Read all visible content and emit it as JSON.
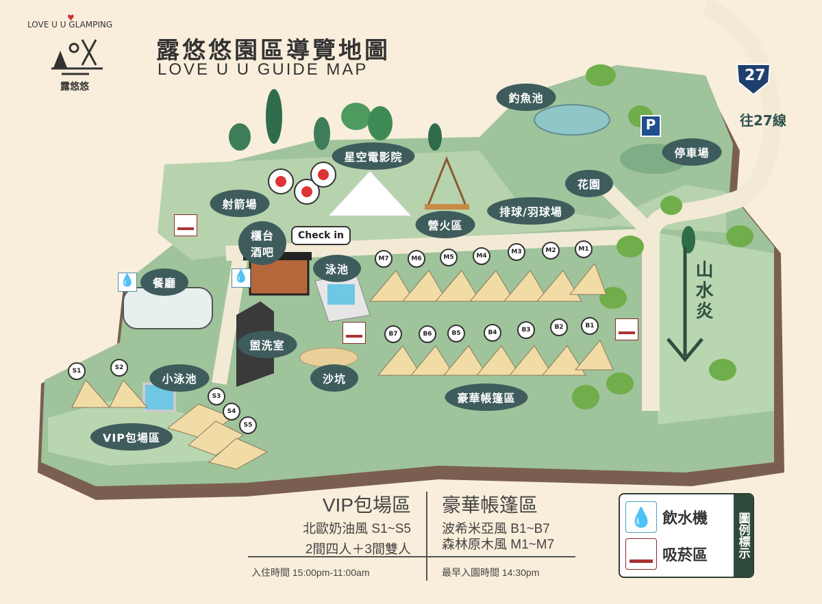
{
  "logo": {
    "text_arc": "LOVE U U GLAMPING",
    "name": "露悠悠"
  },
  "header": {
    "title": "露悠悠園區導覽地圖",
    "subtitle": "LOVE U U   GUIDE  MAP"
  },
  "road": {
    "route_number": "27",
    "route_label": "往27線"
  },
  "trail_label": "山水炎",
  "areas": {
    "fishing_pond": "釣魚池",
    "parking": "停車場",
    "parking_sign": "P",
    "garden": "花園",
    "cinema": "星空電影院",
    "archery": "射箭場",
    "campfire": "營火區",
    "volleyball": "排球/羽球場",
    "bar": "櫃台酒吧",
    "checkin": "Check in",
    "pool": "泳池",
    "restaurant": "餐廳",
    "washroom": "盥洗室",
    "sandpit": "沙坑",
    "small_pool": "小泳池",
    "vip_area": "VIP包場區",
    "luxury_area": "豪華帳篷區"
  },
  "tents": {
    "m": [
      "M7",
      "M6",
      "M5",
      "M4",
      "M3",
      "M2",
      "M1"
    ],
    "b": [
      "B7",
      "B6",
      "B5",
      "B4",
      "B3",
      "B2",
      "B1"
    ],
    "s": [
      "S1",
      "S2",
      "S3",
      "S4",
      "S5"
    ]
  },
  "info": {
    "vip_title": "VIP包場區",
    "vip_line1": "北歐奶油風 S1~S5",
    "vip_line2": "2間四人＋3間雙人",
    "lux_title": "豪華帳篷區",
    "lux_line1": "波希米亞風 B1~B7",
    "lux_line2": "森林原木風 M1~M7",
    "checkin_time": "入住時間 15:00pm-11:00am",
    "earliest_entry": "最早入園時間 14:30pm"
  },
  "legend": {
    "title": "圖例標示",
    "items": [
      {
        "icon": "water-drop-icon",
        "label": "飲水機"
      },
      {
        "icon": "smoking-icon",
        "label": "吸菸區"
      }
    ]
  },
  "colors": {
    "background": "#f8eedb",
    "land": "#9fc39b",
    "land_dark": "#7fae86",
    "label": "#3f5c5c",
    "soil": "#7a5f50",
    "path": "#f3ead6"
  }
}
